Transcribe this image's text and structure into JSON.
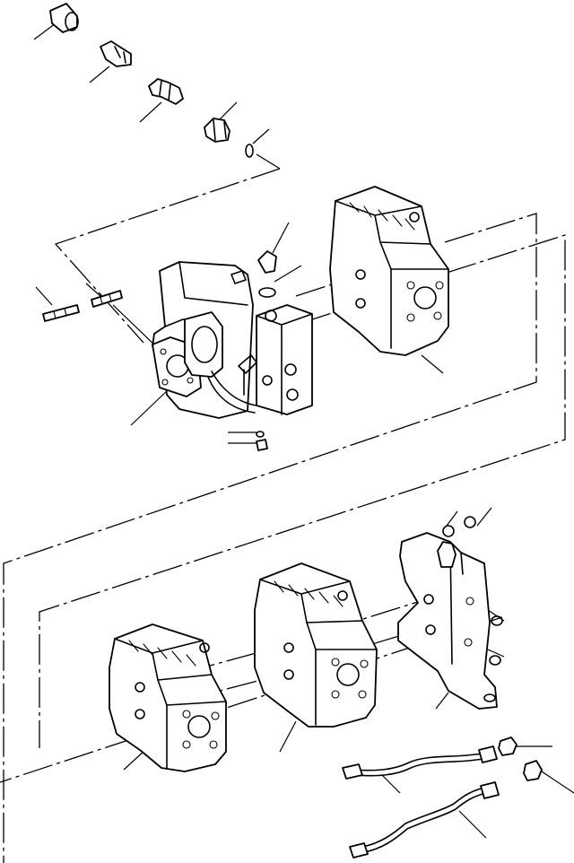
{
  "diagram": {
    "type": "exploded-parts-view",
    "components": [
      {
        "name": "cap-plug"
      },
      {
        "name": "grease-fitting"
      },
      {
        "name": "union-connector"
      },
      {
        "name": "hex-plug"
      },
      {
        "name": "o-ring"
      },
      {
        "name": "elbow-fitting"
      },
      {
        "name": "dowel-pins"
      },
      {
        "name": "pilot-pump-and-control-valve"
      },
      {
        "name": "front-pump-section"
      },
      {
        "name": "middle-pump-section"
      },
      {
        "name": "rear-pump-section"
      },
      {
        "name": "end-cover-bracket"
      },
      {
        "name": "tube-assemblies"
      },
      {
        "name": "fittings-and-nuts"
      }
    ]
  }
}
